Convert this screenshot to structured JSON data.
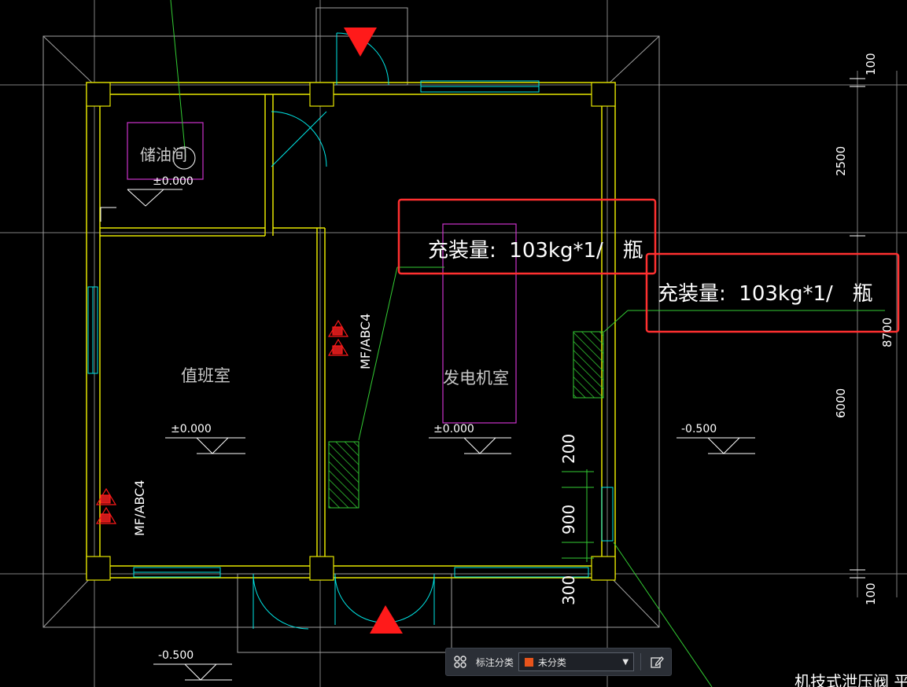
{
  "rooms": {
    "oil_storage": "储油间",
    "duty_room": "值班室",
    "generator_room": "发电机室"
  },
  "elevations": {
    "oil_room": "±0.000",
    "duty_room": "±0.000",
    "generator_room": "±0.000",
    "outside_right": "-0.500",
    "outside_bottom": "-0.500"
  },
  "extinguishers": {
    "left_label": "MF/ABC4",
    "middle_label": "MF/ABC4"
  },
  "annotations": {
    "capacity_1": "充装量:  103kg*1/   瓶",
    "capacity_2": "充装量:  103kg*1/   瓶"
  },
  "dimensions": {
    "right_top": "100",
    "right_2500": "2500",
    "right_8700": "8700",
    "right_6000": "6000",
    "right_bottom": "100",
    "mid_200": "200",
    "mid_900": "900",
    "mid_300": "300"
  },
  "drawing_title_partial": "机技式泄压阀 平",
  "toolbar": {
    "label": "标注分类",
    "selected": "未分类",
    "swatch_color": "#e8541c"
  },
  "colors": {
    "wall": "#e6e600",
    "window": "#00e5e5",
    "magenta": "#cc33cc",
    "green": "#33cc33",
    "red_box": "#ff3030",
    "grid": "#7f7f7f"
  }
}
